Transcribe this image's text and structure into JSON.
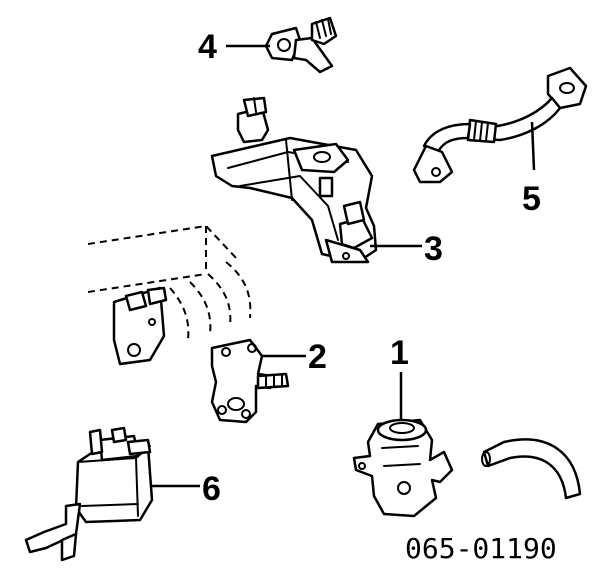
{
  "diagram": {
    "code": "065-01190",
    "callouts": [
      {
        "id": "1",
        "label": "1"
      },
      {
        "id": "2",
        "label": "2"
      },
      {
        "id": "3",
        "label": "3"
      },
      {
        "id": "4",
        "label": "4"
      },
      {
        "id": "5",
        "label": "5"
      },
      {
        "id": "6",
        "label": "6"
      }
    ]
  }
}
